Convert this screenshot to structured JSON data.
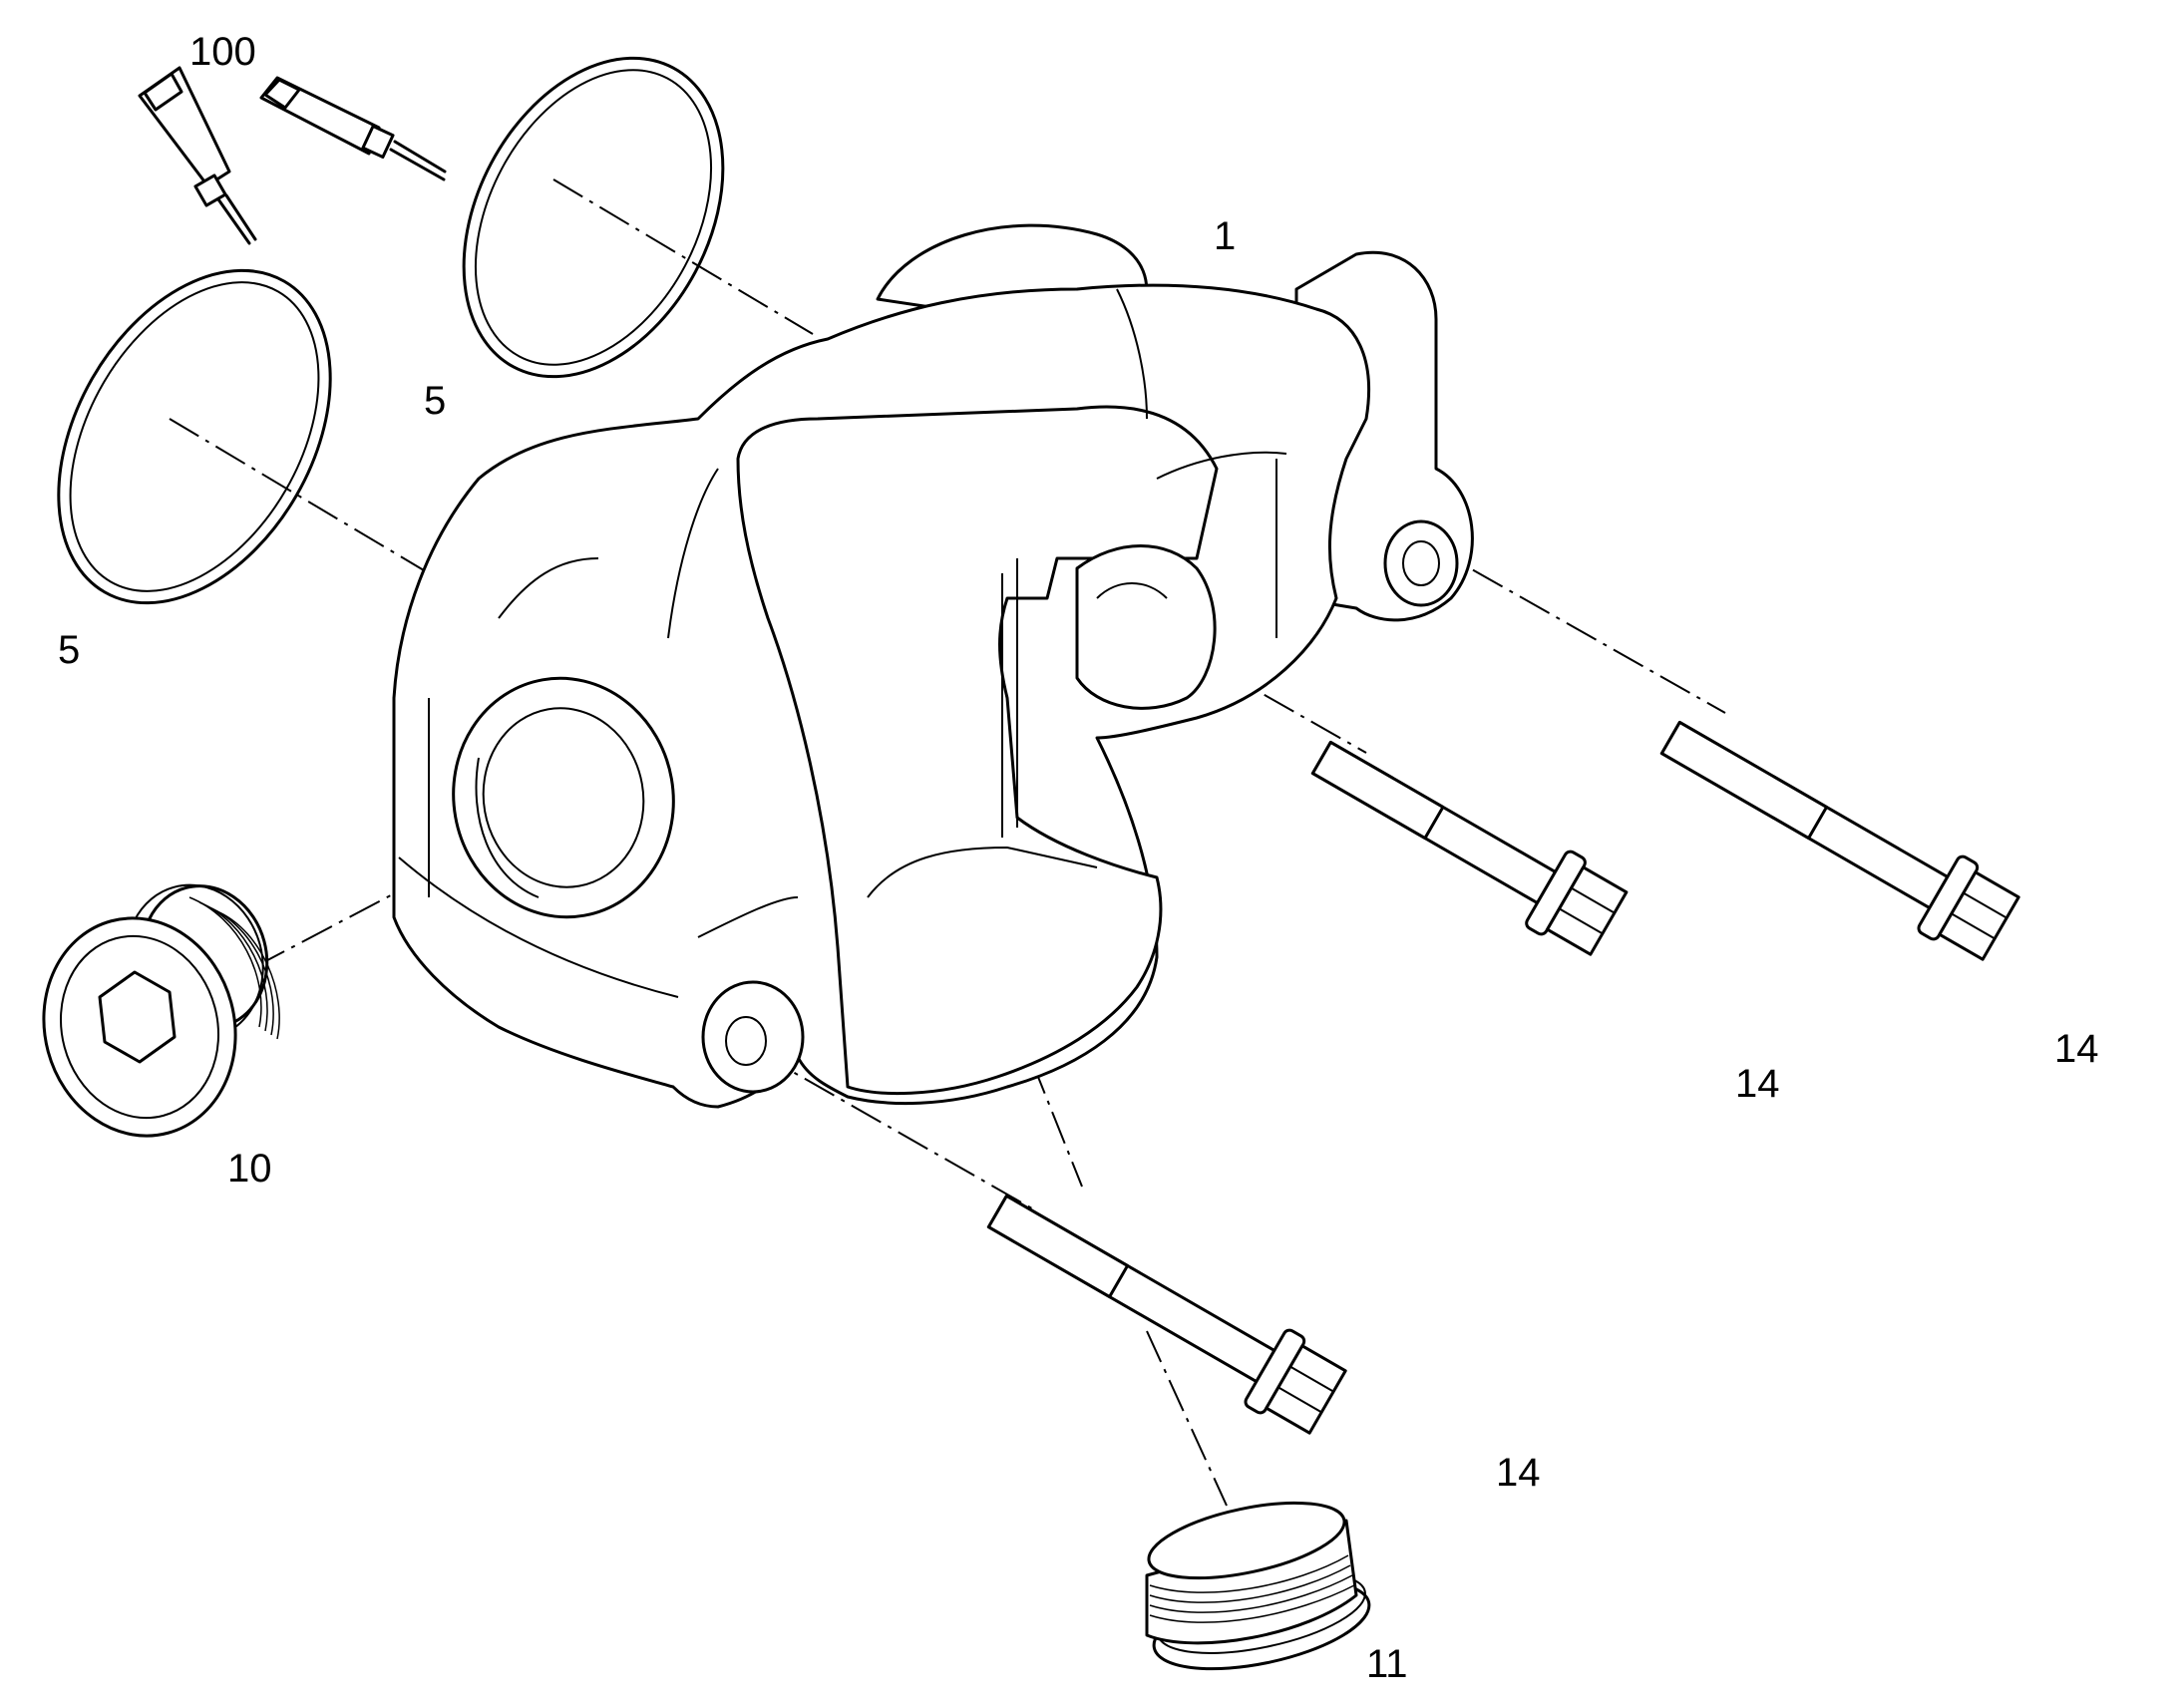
{
  "callouts": {
    "c100": "100",
    "c1": "1",
    "c5_upper": "5",
    "c5_lower": "5",
    "c10": "10",
    "c14_mid": "14",
    "c14_right": "14",
    "c14_bottom": "14",
    "c11": "11"
  }
}
